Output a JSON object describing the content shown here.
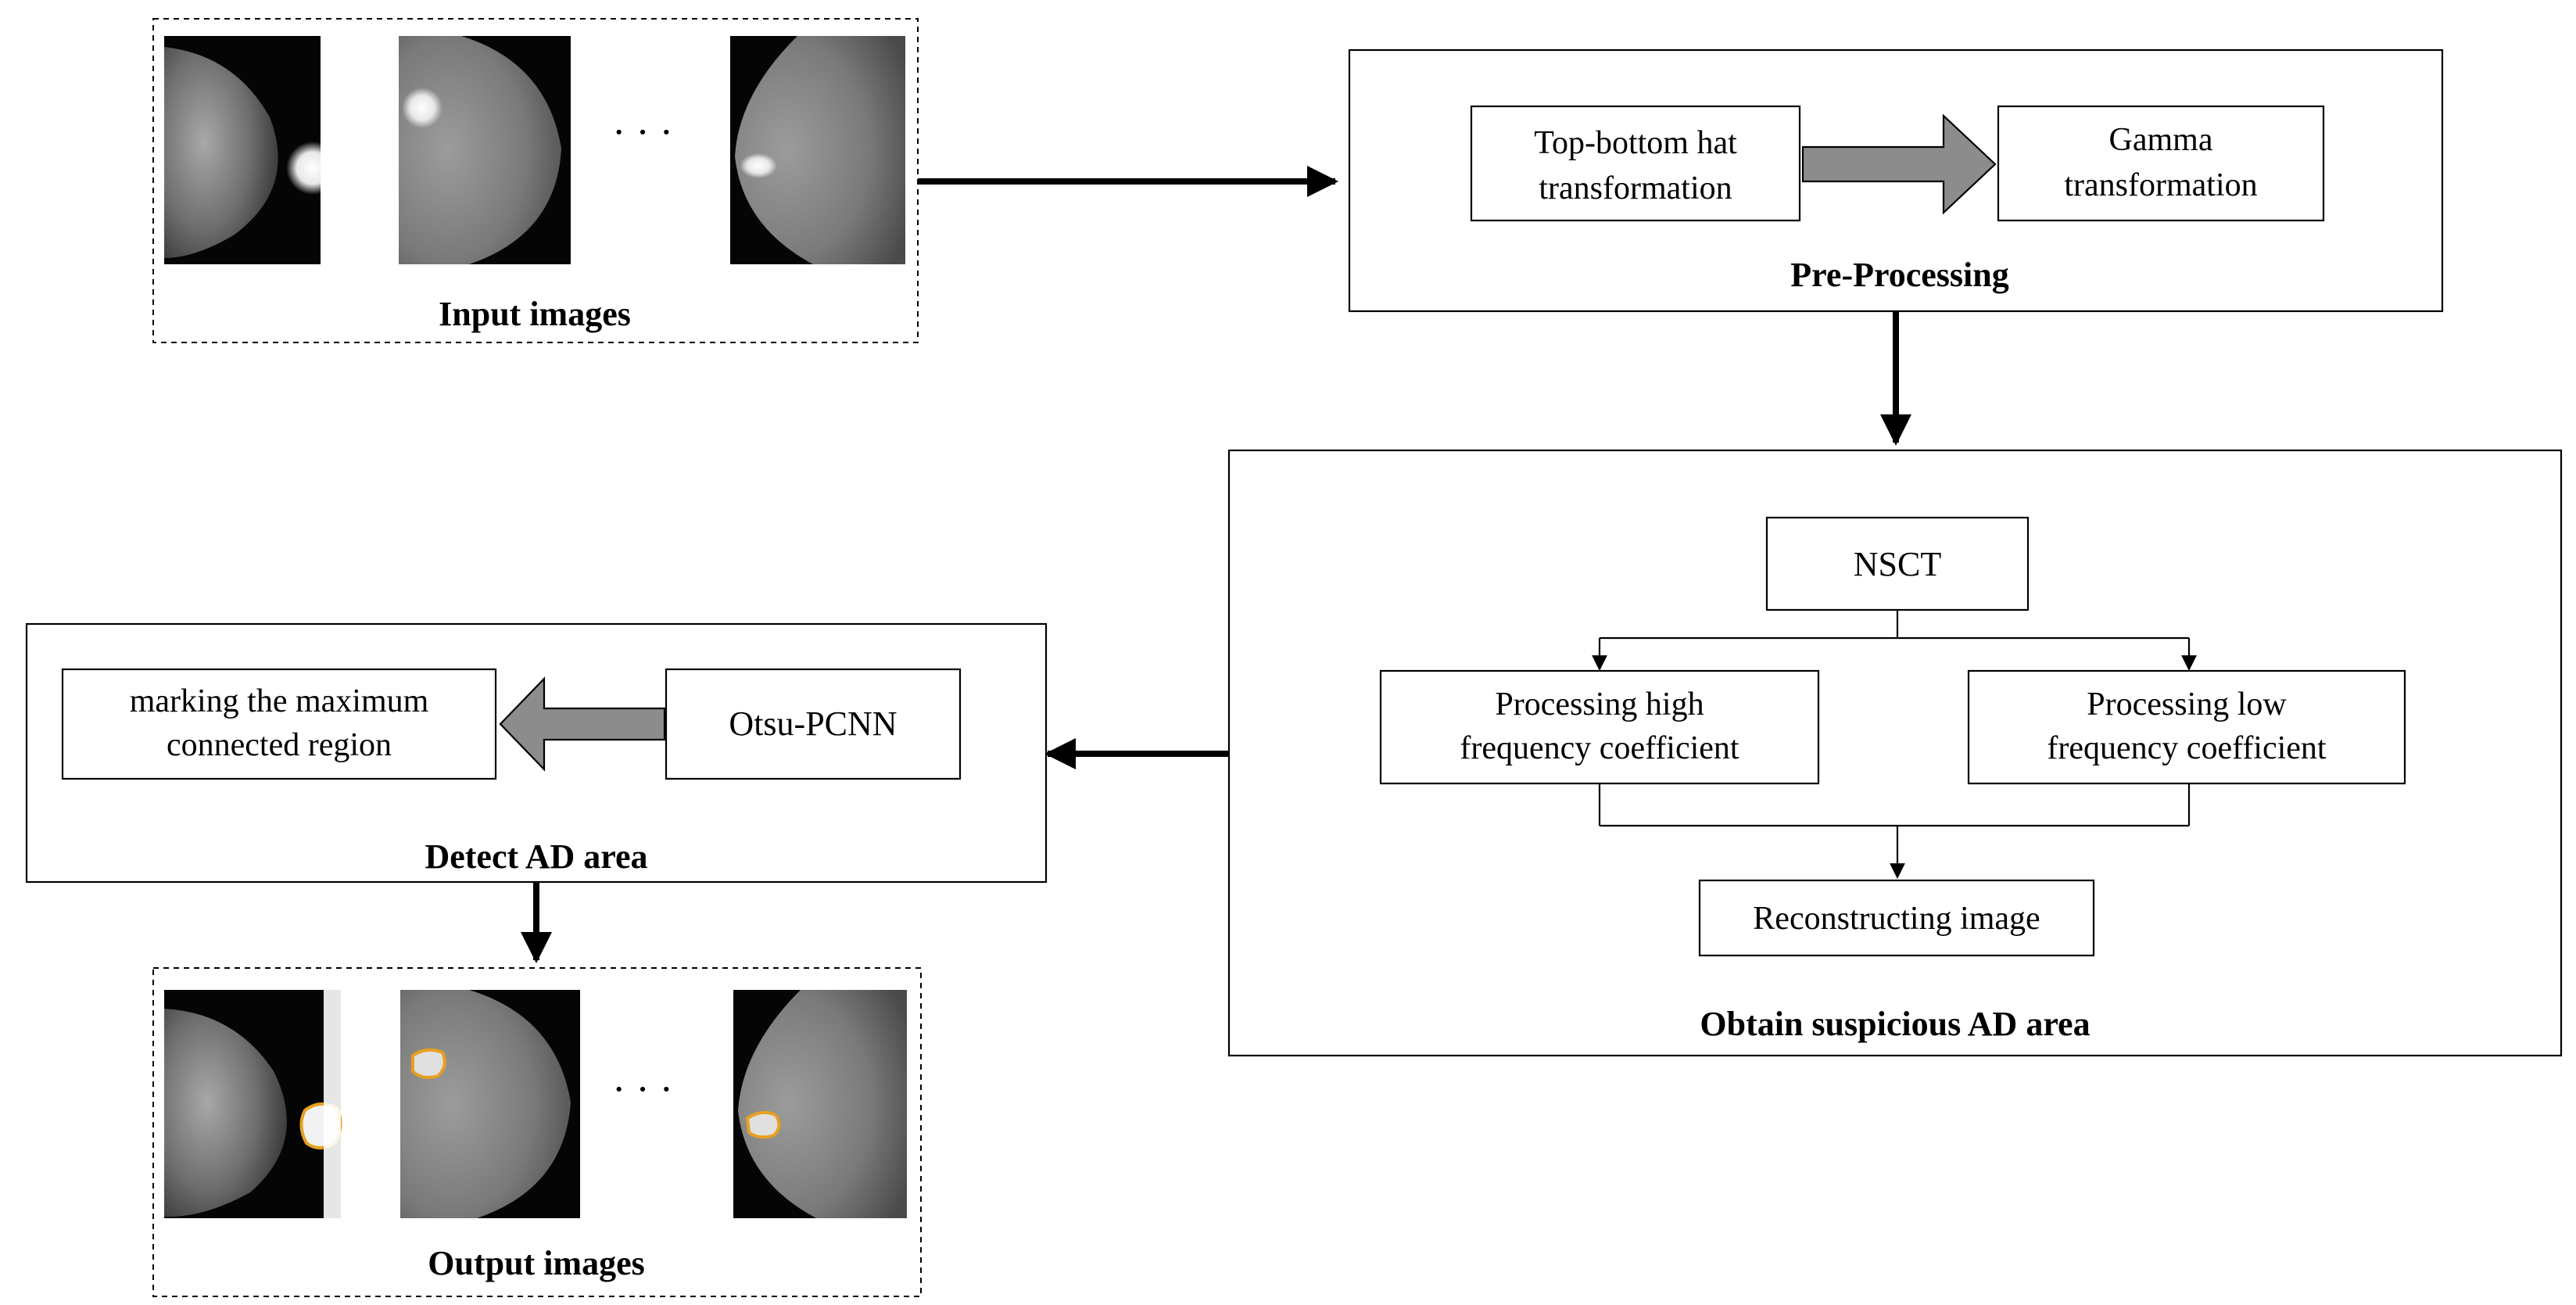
{
  "input_group": {
    "caption": "Input images",
    "ellipsis": "· · ·"
  },
  "output_group": {
    "caption": "Output images",
    "ellipsis": "· · ·"
  },
  "pre_processing": {
    "caption": "Pre-Processing",
    "step1": [
      "Top-bottom  hat",
      "transformation"
    ],
    "step2": [
      "Gamma",
      "transformation"
    ]
  },
  "suspicious_area": {
    "caption": "Obtain suspicious AD area",
    "nsct": "NSCT",
    "high": [
      "Processing high",
      "frequency coefficient"
    ],
    "low": [
      "Processing low",
      "frequency coefficient"
    ],
    "reconstruct": "Reconstructing image"
  },
  "detect_area": {
    "caption": "Detect AD area",
    "otsu": "Otsu-PCNN",
    "marking": [
      "marking the maximum",
      "connected region"
    ]
  },
  "colors": {
    "stroke": "#000000",
    "block_arrow": "#8c8c8c",
    "mammogram_bg": "#050505",
    "lesion_outline": "#e8a020"
  }
}
